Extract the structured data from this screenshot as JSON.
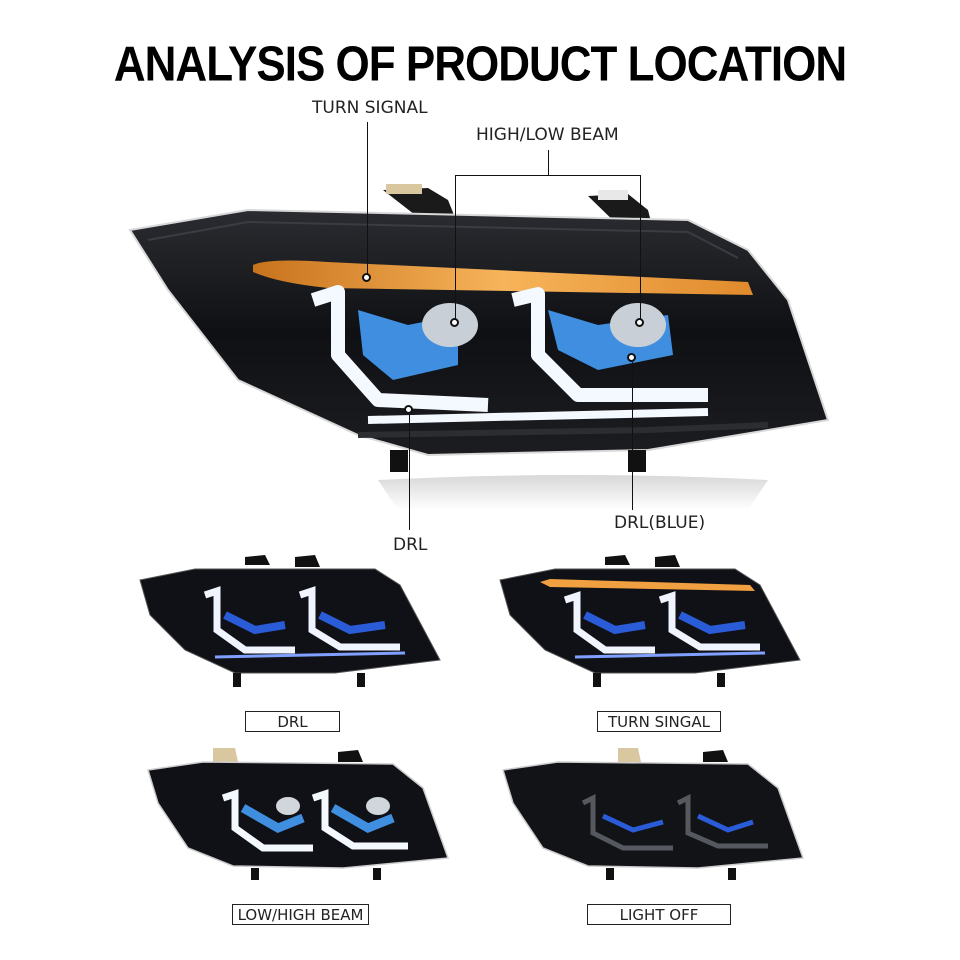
{
  "title": "ANALYSIS OF PRODUCT LOCATION",
  "main_callouts": {
    "turn_signal": "TURN SIGNAL",
    "high_low_beam": "HIGH/LOW BEAM",
    "drl": "DRL",
    "drl_blue": "DRL(BLUE)"
  },
  "panels": [
    {
      "caption": "DRL",
      "state": "drl"
    },
    {
      "caption": "TURN SINGAL",
      "state": "turn_signal"
    },
    {
      "caption": "LOW/HIGH BEAM",
      "state": "low_high_beam"
    },
    {
      "caption": "LIGHT OFF",
      "state": "light_off"
    }
  ],
  "colors": {
    "housing": "#121316",
    "amber": "#f0a040",
    "drl_white": "#f4f8ff",
    "drl_blue": "#2a5cd8",
    "projector_blue": "#3f8ee0"
  }
}
